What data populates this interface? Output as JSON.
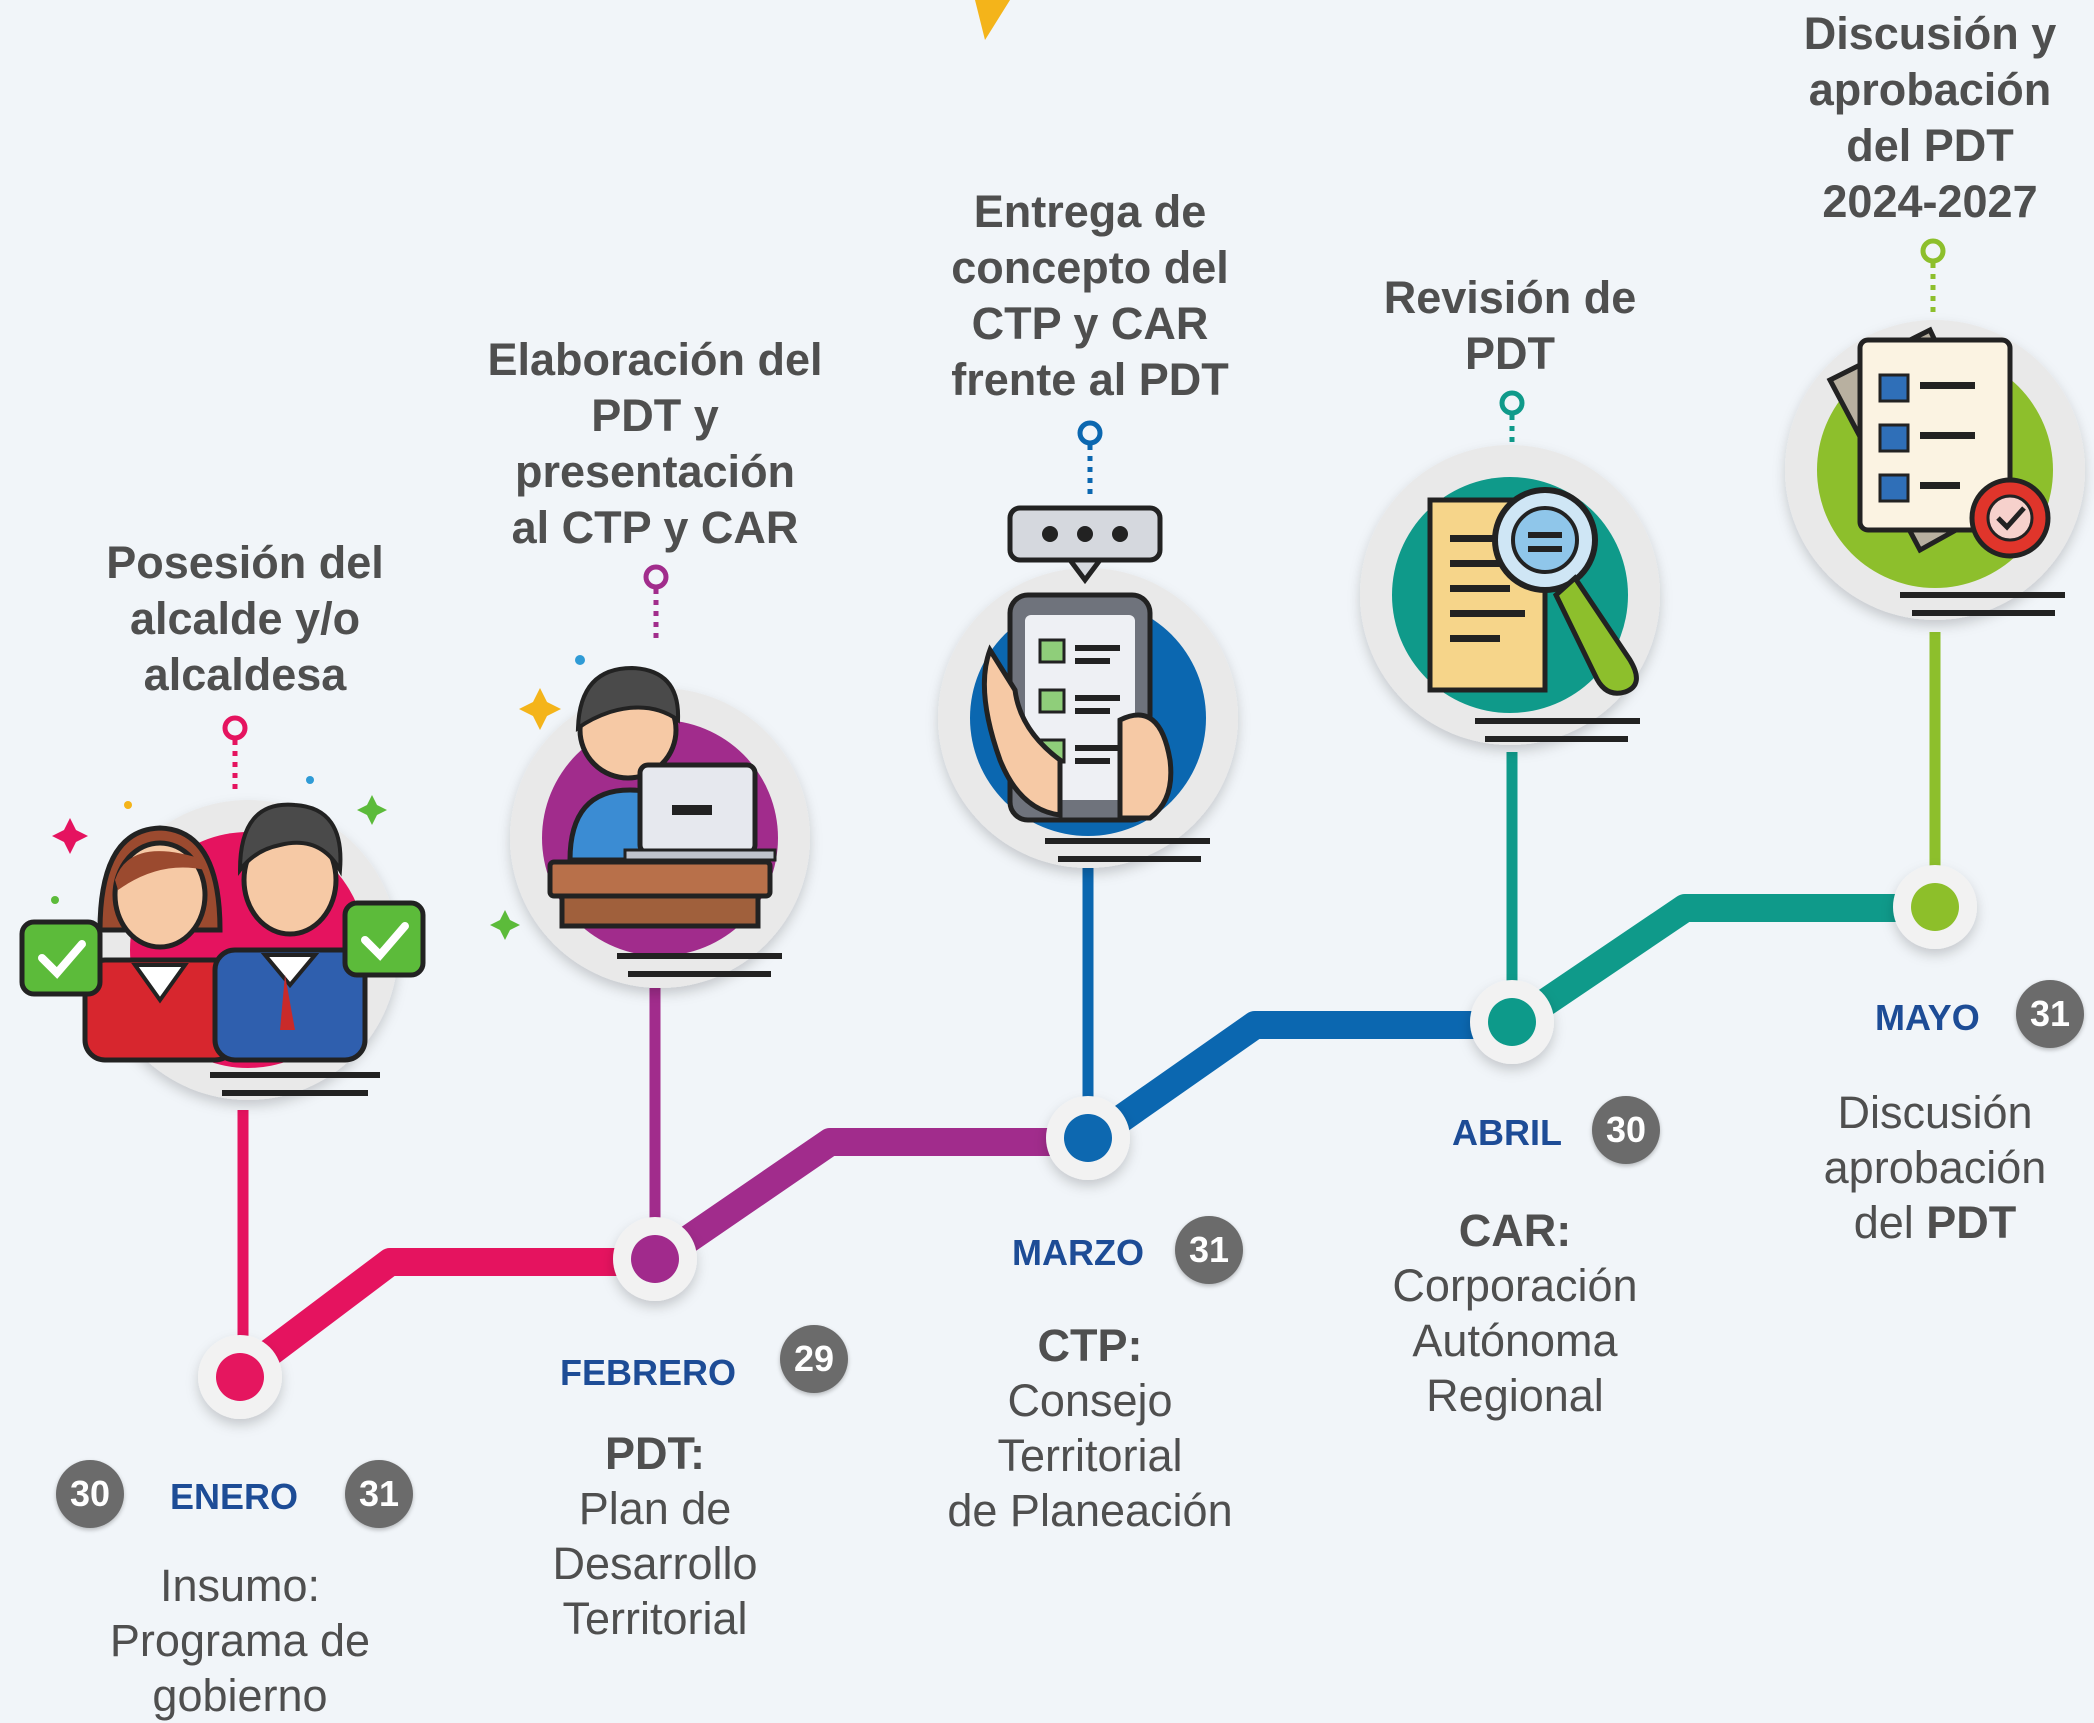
{
  "accent_colors": {
    "enero": "#e5135f",
    "febrero": "#a12c8c",
    "marzo": "#0b67b0",
    "abril": "#0f9a8a",
    "mayo": "#8dbf2c"
  },
  "milestones": [
    {
      "key": "enero",
      "title": "Posesión del\nalcalde y/o\nalcaldesa",
      "month": "ENERO",
      "day_before": "30",
      "day": "31",
      "note_lead": "Insumo:",
      "note_rest": "Programa de\ngobierno",
      "icon": "mayor-couple-icon"
    },
    {
      "key": "febrero",
      "title": "Elaboración del\nPDT y\npresentación\nal CTP y CAR",
      "month": "FEBRERO",
      "day": "29",
      "note_lead": "PDT:",
      "note_rest": "Plan de\nDesarrollo\nTerritorial",
      "icon": "laptop-worker-icon"
    },
    {
      "key": "marzo",
      "title": "Entrega de\nconcepto del\nCTP y CAR\nfrente al PDT",
      "month": "MARZO",
      "day": "31",
      "note_lead": "CTP:",
      "note_rest": "Consejo\nTerritorial\nde Planeación",
      "icon": "phone-checklist-icon"
    },
    {
      "key": "abril",
      "title": "Revisión de\nPDT",
      "month": "ABRIL",
      "day": "30",
      "note_lead": "CAR:",
      "note_rest": "Corporación\nAutónoma\nRegional",
      "icon": "document-search-icon"
    },
    {
      "key": "mayo",
      "title": "Discusión y\naprobación\ndel PDT\n2024-2027",
      "month": "MAYO",
      "day": "31",
      "note_lead": "Discusión\naprobación\ndel",
      "note_rest": "PDT",
      "icon": "approved-checklist-icon"
    }
  ]
}
